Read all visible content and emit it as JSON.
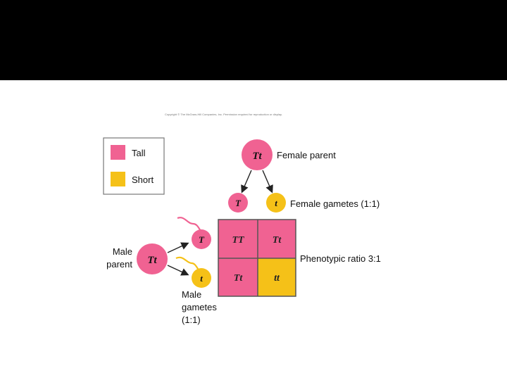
{
  "copyright": "Copyright © The McGraw-Hill Companies, Inc. Permission required for reproduction or display.",
  "colors": {
    "tall": "#f06292",
    "short": "#f5c118",
    "frame": "#555555"
  },
  "legend": {
    "tall_label": "Tall",
    "short_label": "Short"
  },
  "female": {
    "genotype": "Tt",
    "label": "Female parent",
    "gamete1": "T",
    "gamete2": "t",
    "gametes_label": "Female gametes (1:1)"
  },
  "male": {
    "genotype": "Tt",
    "label_line1": "Male",
    "label_line2": "parent",
    "gamete1": "T",
    "gamete2": "t",
    "gametes_line1": "Male",
    "gametes_line2": "gametes",
    "gametes_line3": "(1:1)"
  },
  "punnett": {
    "cells": [
      "TT",
      "Tt",
      "Tt",
      "tt"
    ],
    "ratio_label": "Phenotypic ratio 3:1"
  }
}
